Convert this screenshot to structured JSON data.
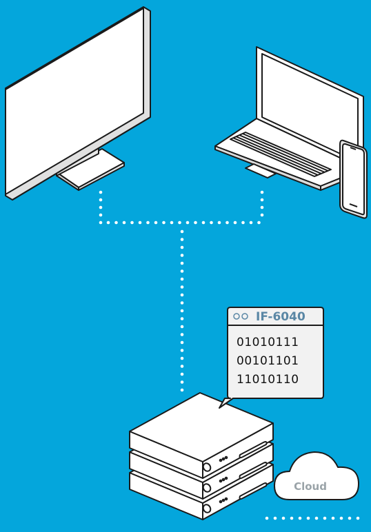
{
  "colors": {
    "background": "#04a6dc",
    "line": "#1a1a1a",
    "device_fill": "#ffffff",
    "bubble_fill": "#f2f2f2",
    "accent": "#5a87a5",
    "dots": "#ffffff"
  },
  "bubble": {
    "title": "IF-6040",
    "lines": [
      "01010111",
      "00101101",
      "11010110"
    ]
  },
  "cloud": {
    "label": "Cloud"
  },
  "icons": [
    "desktop-monitor-icon",
    "laptop-icon",
    "smartphone-icon",
    "server-stack-icon",
    "cloud-icon"
  ]
}
